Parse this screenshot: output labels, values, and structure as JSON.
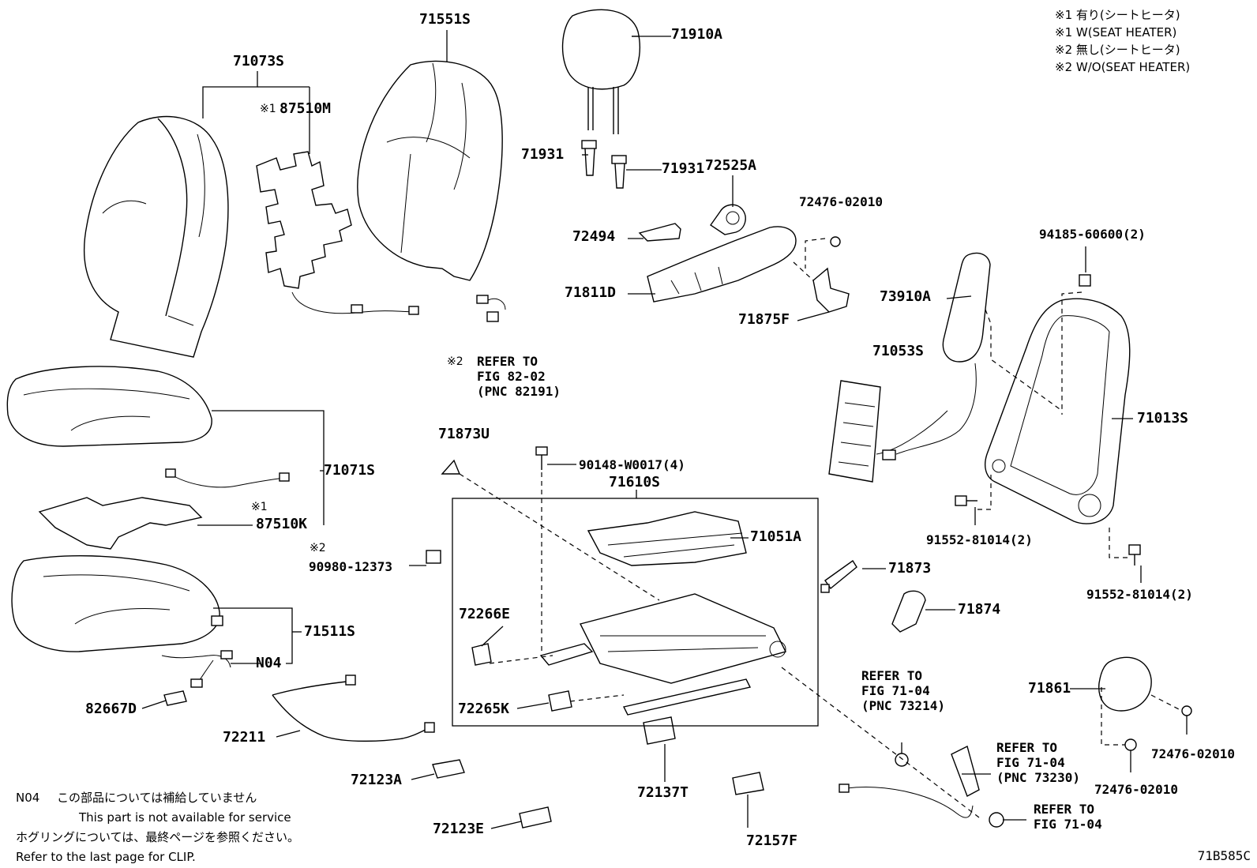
{
  "legend": [
    "※1 有り(シートヒータ)",
    "※1 W(SEAT HEATER)",
    "※2 無し(シートヒータ)",
    "※2 W/O(SEAT HEATER)"
  ],
  "parts": {
    "p71551S": "71551S",
    "p71073S": "71073S",
    "p87510M": "87510M",
    "p71910A": "71910A",
    "p71931a": "71931",
    "p71931b": "71931",
    "p72525A": "72525A",
    "p72476a": "72476-02010",
    "p72494": "72494",
    "p94185": "94185-60600(2)",
    "p71811D": "71811D",
    "p73910A": "73910A",
    "p71875F": "71875F",
    "p71053S": "71053S",
    "p71013S": "71013S",
    "p71873U": "71873U",
    "p90148": "90148-W0017(4)",
    "p71071S": "71071S",
    "p71610S": "71610S",
    "p87510K": "87510K",
    "p71051A": "71051A",
    "p90980": "90980-12373",
    "p91552a": "91552-81014(2)",
    "p71873": "71873",
    "p91552b": "91552-81014(2)",
    "p71874": "71874",
    "p72266E": "72266E",
    "p71511S": "71511S",
    "pN04": "N04",
    "p71861": "71861",
    "p82667D": "82667D",
    "p72265K": "72265K",
    "p72211": "72211",
    "p72476b": "72476-02010",
    "p72476c": "72476-02010",
    "p72123A": "72123A",
    "p72137T": "72137T",
    "p72157F": "72157F",
    "p72123E": "72123E"
  },
  "marks": {
    "m1a": "※1",
    "m1b": "※1",
    "m2a": "※2",
    "m2b": "※2"
  },
  "refs": {
    "r1": [
      "REFER TO",
      "FIG 82-02",
      "(PNC 82191)"
    ],
    "r2": [
      "REFER TO",
      "FIG 71-04",
      "(PNC 73214)"
    ],
    "r3": [
      "REFER TO",
      "FIG 71-04",
      "(PNC 73230)"
    ],
    "r4": [
      "REFER TO",
      "FIG 71-04"
    ]
  },
  "notes": {
    "n04_code": "N04",
    "n04_jp": "この部品については補給していません",
    "n04_en": "This part is not available for service",
    "clip_jp": "ホグリングについては、最終ページを参照ください。",
    "clip_en": "Refer to the last page for CLIP."
  },
  "figure_code": "71B585C"
}
